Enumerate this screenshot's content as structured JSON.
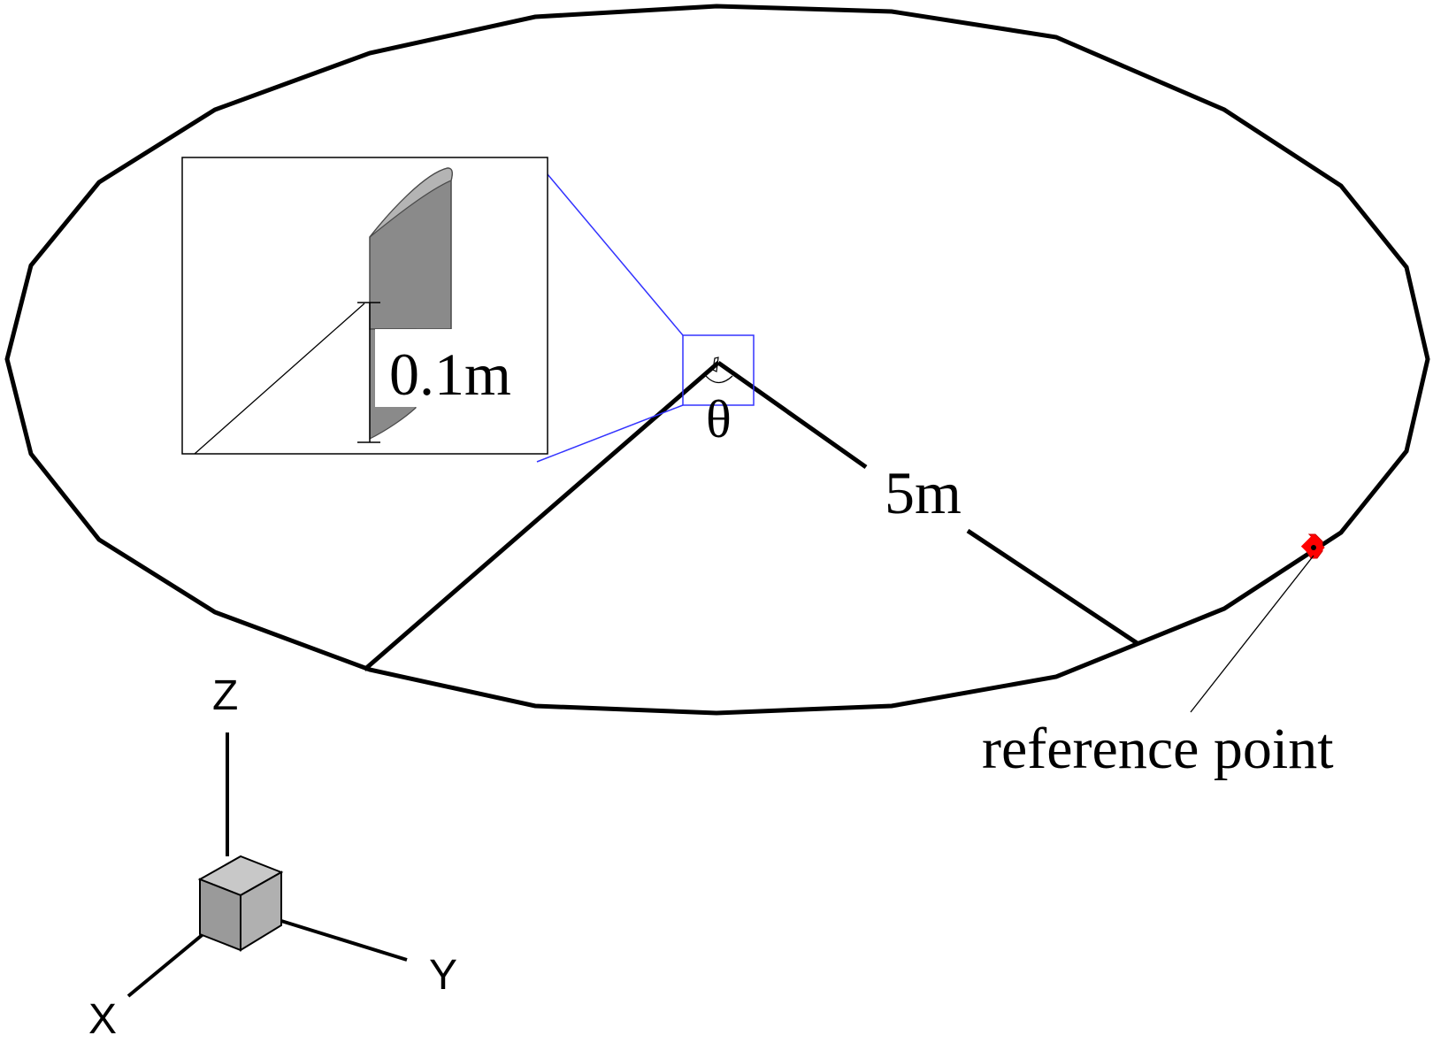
{
  "labels": {
    "inset_dimension": "0.1m",
    "angle": "θ",
    "radius": "5m",
    "reference_point": "reference point"
  },
  "axes": {
    "z": "Z",
    "y": "Y",
    "x": "X"
  },
  "colors": {
    "outline": "#000000",
    "zoom_box": "#3333ff",
    "reference_marker": "#ff0000",
    "blade_fill": "#8a8a8a",
    "cube_front": "#9a9a9a",
    "cube_top": "#c8c8c8",
    "cube_side": "#b0b0b0"
  }
}
